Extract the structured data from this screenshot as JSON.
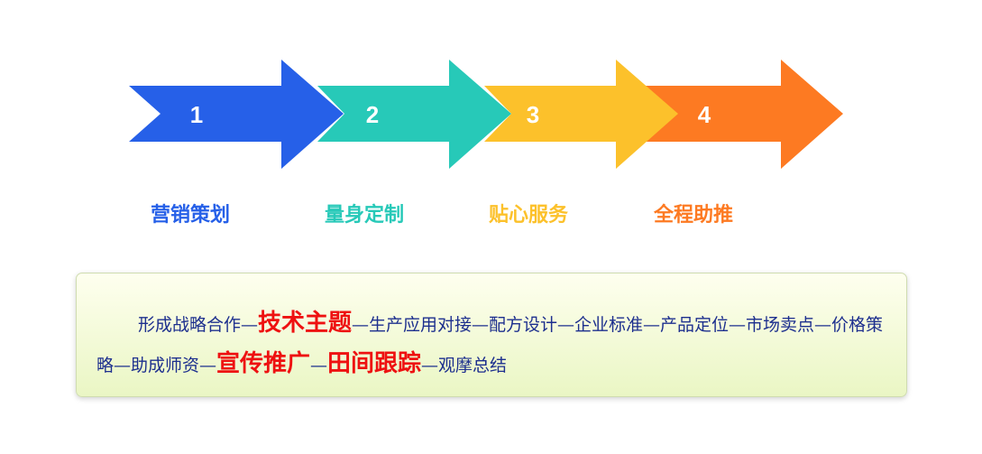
{
  "steps": [
    {
      "number": "1",
      "label": "营销策划",
      "color": "#2660e8"
    },
    {
      "number": "2",
      "label": "量身定制",
      "color": "#27c9b8"
    },
    {
      "number": "3",
      "label": "贴心服务",
      "color": "#fcc12b"
    },
    {
      "number": "4",
      "label": "全程助推",
      "color": "#fd7a22"
    }
  ],
  "panel": {
    "segments": [
      {
        "text": "形成战略合作—",
        "highlight": false
      },
      {
        "text": "技术主题",
        "highlight": true
      },
      {
        "text": "—生产应用对接—配方设计—企业标准—产品定位—市场卖点—价格策略—助成师资—",
        "highlight": false
      },
      {
        "text": "宣传推广",
        "highlight": true
      },
      {
        "text": "—",
        "highlight": false
      },
      {
        "text": "田间跟踪",
        "highlight": true
      },
      {
        "text": "—观摩总结",
        "highlight": false
      }
    ],
    "highlight_color": "#ee1111",
    "text_color": "#1d2f8e"
  }
}
